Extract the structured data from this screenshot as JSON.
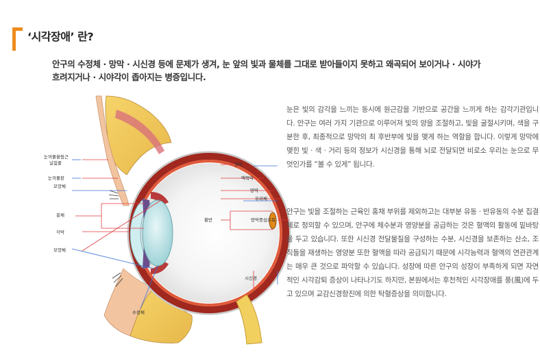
{
  "header": {
    "title": "‘시각장애’ 란?"
  },
  "intro": {
    "line1": "안구의 수정체 · 망막 · 시신경 등에 문제가 생겨, 눈 앞의 빛과 물체를 그대로 받아들이지 못하고 왜곡되어 보이거나 · 시야가",
    "line2": "흐려지거나 · 시야각이 좁아지는 병증입니다."
  },
  "diagram": {
    "labels": {
      "tarsal_muscle_1": "눈꺼풀올림근",
      "tarsal_muscle_2": "널힘줄",
      "tarsal_plate": "눈꺼풀판",
      "ciliary_body_top": "모양체",
      "iris": "홍채",
      "cornea": "각막",
      "ciliary_body_bottom": "모양체",
      "lens": "수정체",
      "sclera": "공막",
      "choroid": "맥락막",
      "retina": "망막",
      "vitreous": "유리체",
      "macula": "황반",
      "fovea": "망막중심오목",
      "optic_nerve": "시신경"
    }
  },
  "body": {
    "paragraph1": "눈은 빛의 감각을 느끼는 동시에 원근감을 기반으로 공간을 느끼게 하는 감각기관입니다. 안구는 여러 가지 기관으로 이루어져 빛의 양을 조절하고, 빛을 굴절시키며, 색을 구분한 후, 최종적으로 망막의 최 후반부에 빛을 맺게 하는 역할을 합니다. 이렇게 망막에 맺힌 빛 · 색 · 거리 등의 정보가 시신경을 통해 뇌로 전달되면 비로소 우리는 눈으로 무엇인가를 “볼 수 있게” 됩니다.",
    "paragraph2": "안구는 빛을 조절하는 근육인 홍채 부위를 제외하고는 대부분 유동 · 반유동의 수분 집결체로 정의할 수 있으며, 안구에 체수분과 영양분을 공급하는 것은 혈액의 활동에 밑바탕을 두고 있습니다. 또한 시신경 전달물질을 구성하는 수분, 시신경을 보존하는 산소, 조직들을 재생하는 영양분 또한 혈액을 따라 공급되기 때문에 시각능력과 혈액의 연관관계는 매우 큰 것으로 파악할 수 있습니다. 성장에 따른 안구의 성장이 부족하게 되면 자연적인 시각감퇴 증상이 나타나기도 하지만, 본원에서는 후천적인 시각장애를 풍(風)에 두고 있으며 교감신경항진에 의한 탁혈증상을 의미합니다."
  },
  "colors": {
    "accent": "#f08c1e",
    "label_line_red": "#e0393e",
    "label_line_blue": "#3b6fd6"
  }
}
